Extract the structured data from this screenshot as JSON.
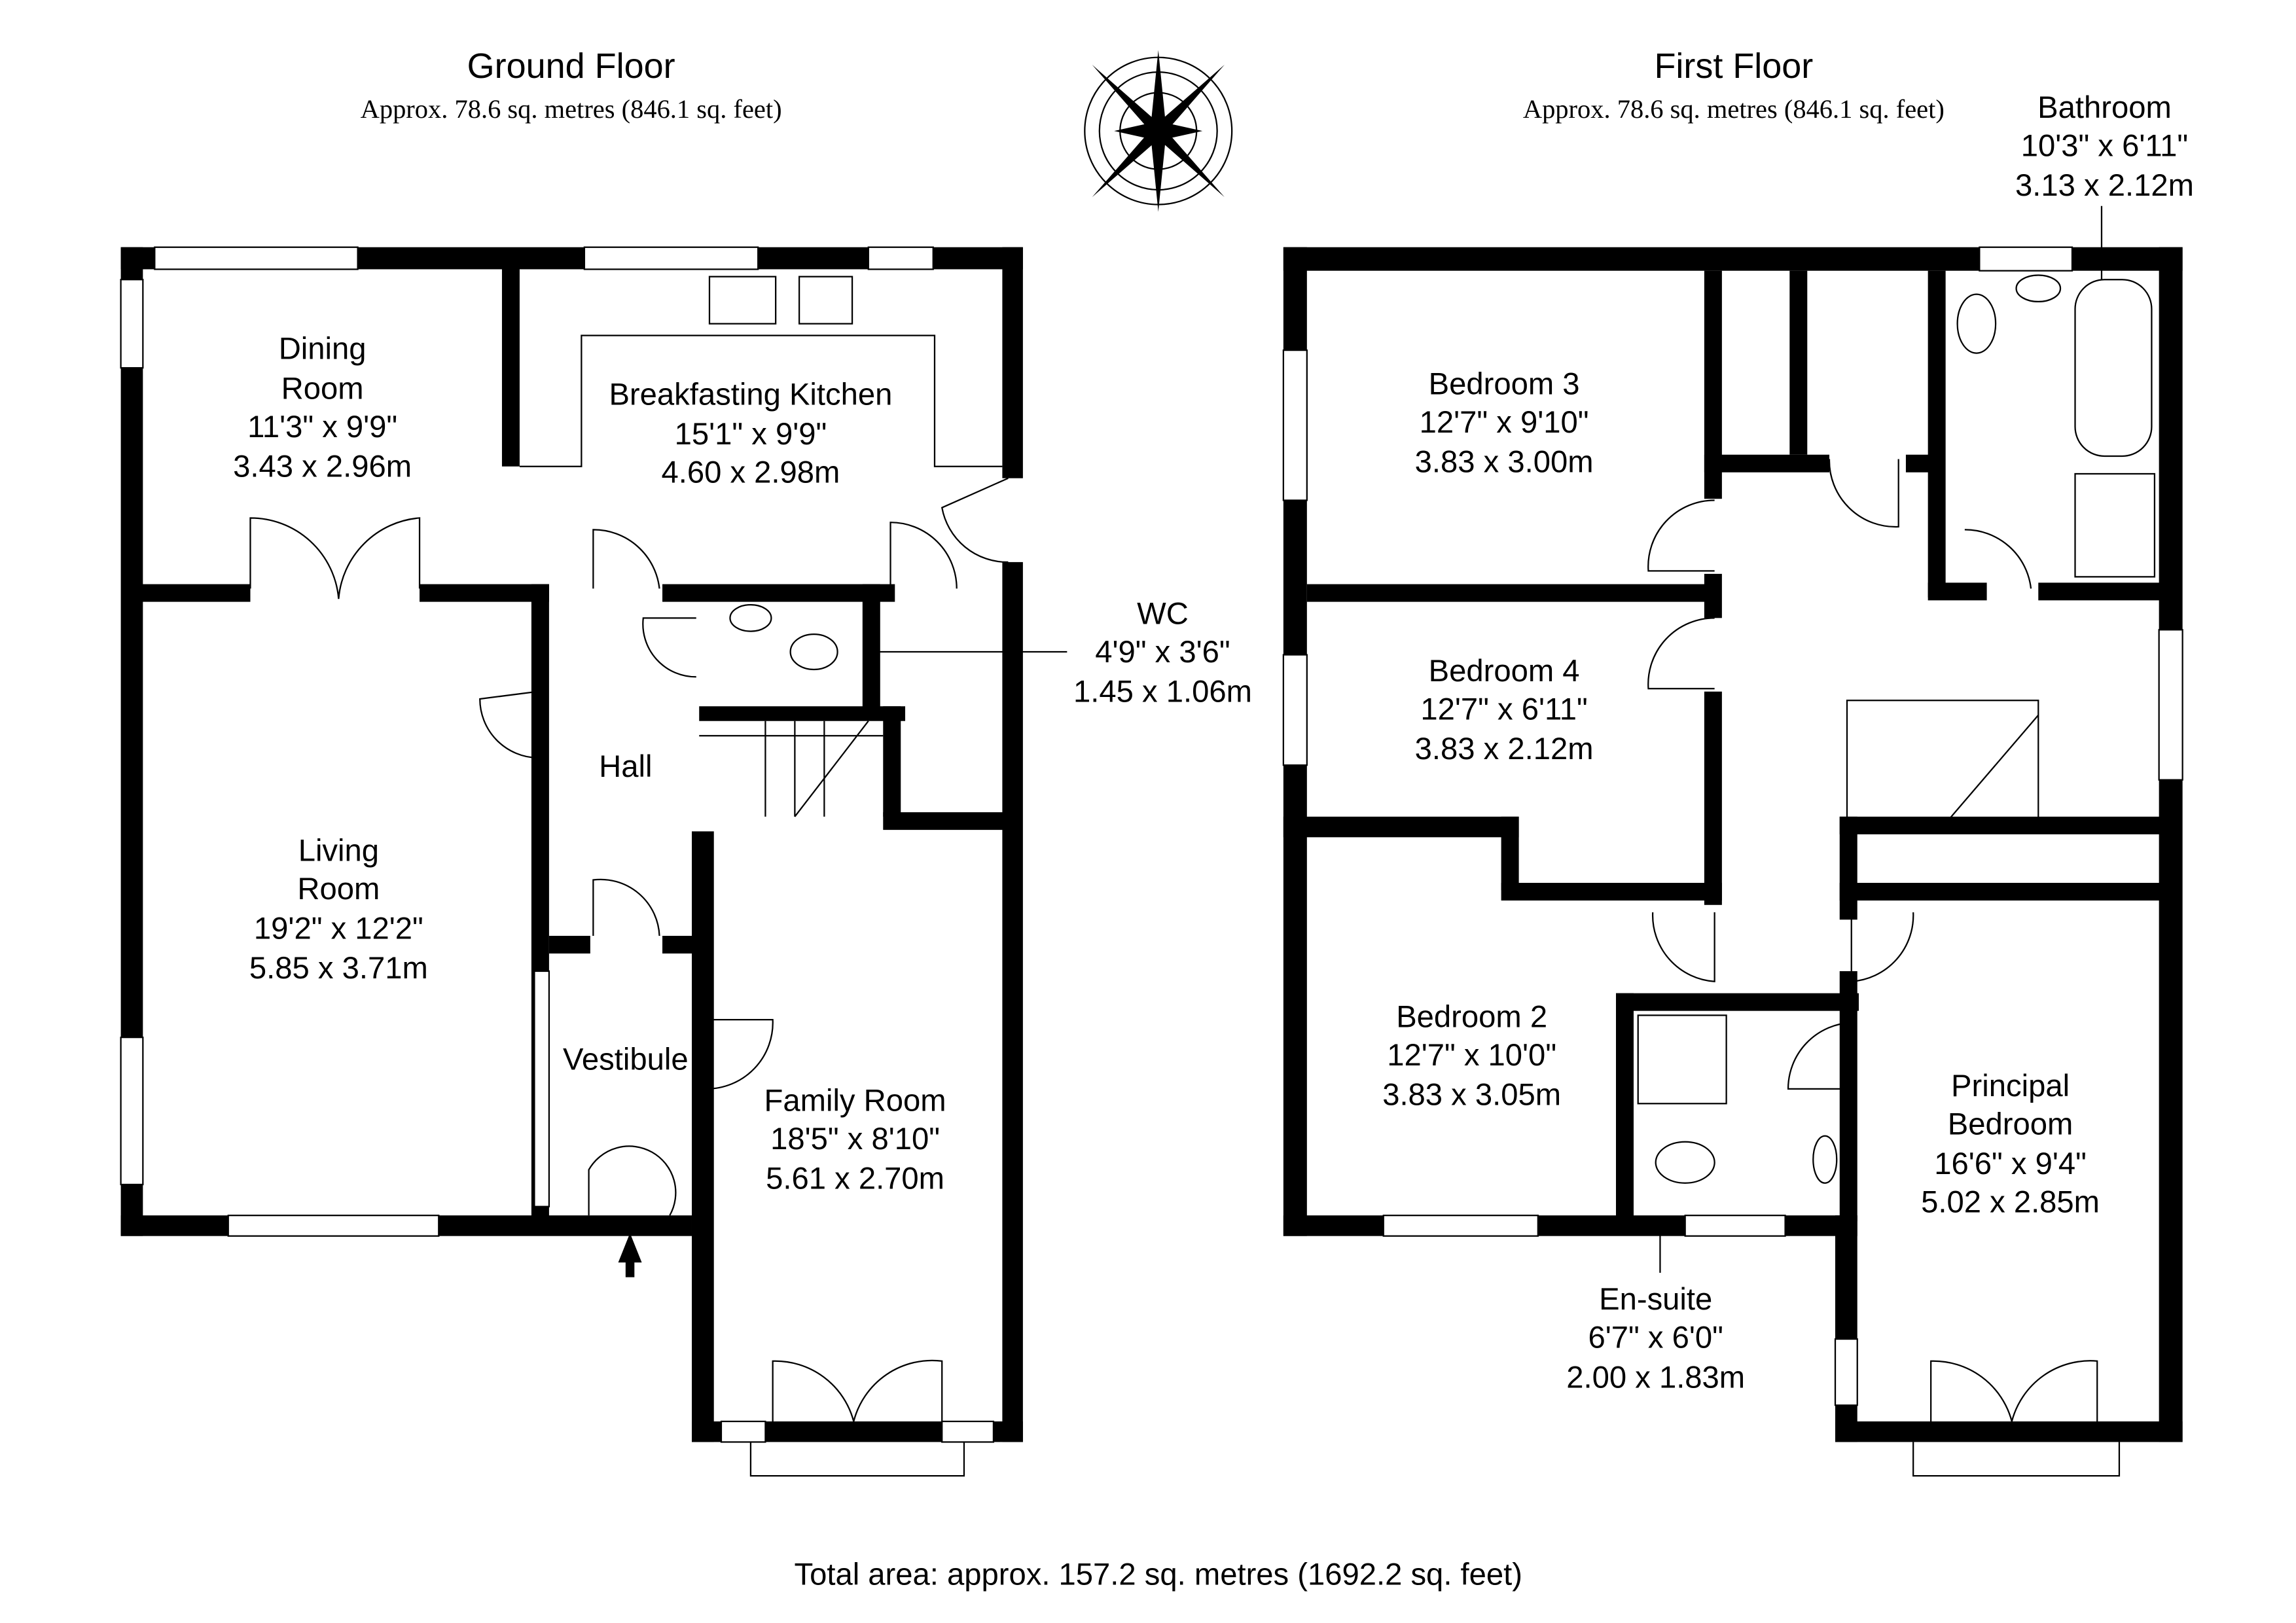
{
  "ground_floor": {
    "title": "Ground Floor",
    "area": "Approx. 78.6 sq. metres (846.1 sq. feet)",
    "rooms": [
      {
        "name": "Dining",
        "name2": "Room",
        "imperial": "11'3\" x 9'9\"",
        "metric": "3.43 x 2.96m"
      },
      {
        "name": "Breakfasting Kitchen",
        "imperial": "15'1\" x 9'9\"",
        "metric": "4.60 x 2.98m"
      },
      {
        "name": "WC",
        "imperial": "4'9\" x 3'6\"",
        "metric": "1.45 x 1.06m"
      },
      {
        "name": "Hall"
      },
      {
        "name": "Living",
        "name2": "Room",
        "imperial": "19'2\" x 12'2\"",
        "metric": "5.85 x 3.71m"
      },
      {
        "name": "Vestibule"
      },
      {
        "name": "Family Room",
        "imperial": "18'5\" x 8'10\"",
        "metric": "5.61 x 2.70m"
      }
    ]
  },
  "first_floor": {
    "title": "First Floor",
    "area": "Approx. 78.6 sq. metres (846.1 sq. feet)",
    "rooms": [
      {
        "name": "Bathroom",
        "imperial": "10'3\" x 6'11\"",
        "metric": "3.13 x 2.12m"
      },
      {
        "name": "Bedroom 3",
        "imperial": "12'7\" x 9'10\"",
        "metric": "3.83 x 3.00m"
      },
      {
        "name": "Bedroom 4",
        "imperial": "12'7\" x 6'11\"",
        "metric": "3.83 x 2.12m"
      },
      {
        "name": "Bedroom 2",
        "imperial": "12'7\" x 10'0\"",
        "metric": "3.83 x 3.05m"
      },
      {
        "name": "Principal",
        "name2": "Bedroom",
        "imperial": "16'6\" x 9'4\"",
        "metric": "5.02 x 2.85m"
      },
      {
        "name": "En-suite",
        "imperial": "6'7\" x 6'0\"",
        "metric": "2.00 x 1.83m"
      }
    ]
  },
  "total_area": "Total area: approx. 157.2 sq. metres (1692.2 sq. feet)"
}
